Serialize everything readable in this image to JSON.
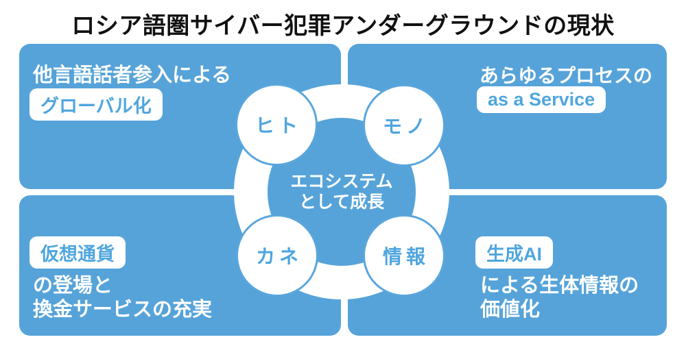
{
  "title": "ロシア語圏サイバー犯罪アンダーグラウンドの現状",
  "colors": {
    "panel_blue": "#56A3D9",
    "accent_text_blue": "#4FA6DE",
    "node_border_blue": "#5AA6DC",
    "white": "#FFFFFF",
    "title_black": "#111111"
  },
  "quadrants": {
    "top_left": {
      "line1": "他言語話者参入による",
      "badge": "グローバル化"
    },
    "top_right": {
      "line1": "あらゆるプロセスの",
      "badge": "as a Service"
    },
    "bottom_left": {
      "badge": "仮想通貨",
      "line1": "の登場と",
      "line2": "換金サービスの充実"
    },
    "bottom_right": {
      "badge": "生成AI",
      "line1": "による生体情報の",
      "line2": "価値化"
    }
  },
  "ring": {
    "center_line1": "エコシステム",
    "center_line2": "として成長",
    "nodes": [
      {
        "label": "ヒト",
        "position": "top-left"
      },
      {
        "label": "モノ",
        "position": "top-right"
      },
      {
        "label": "カネ",
        "position": "bottom-left"
      },
      {
        "label": "情報",
        "position": "bottom-right"
      }
    ]
  }
}
